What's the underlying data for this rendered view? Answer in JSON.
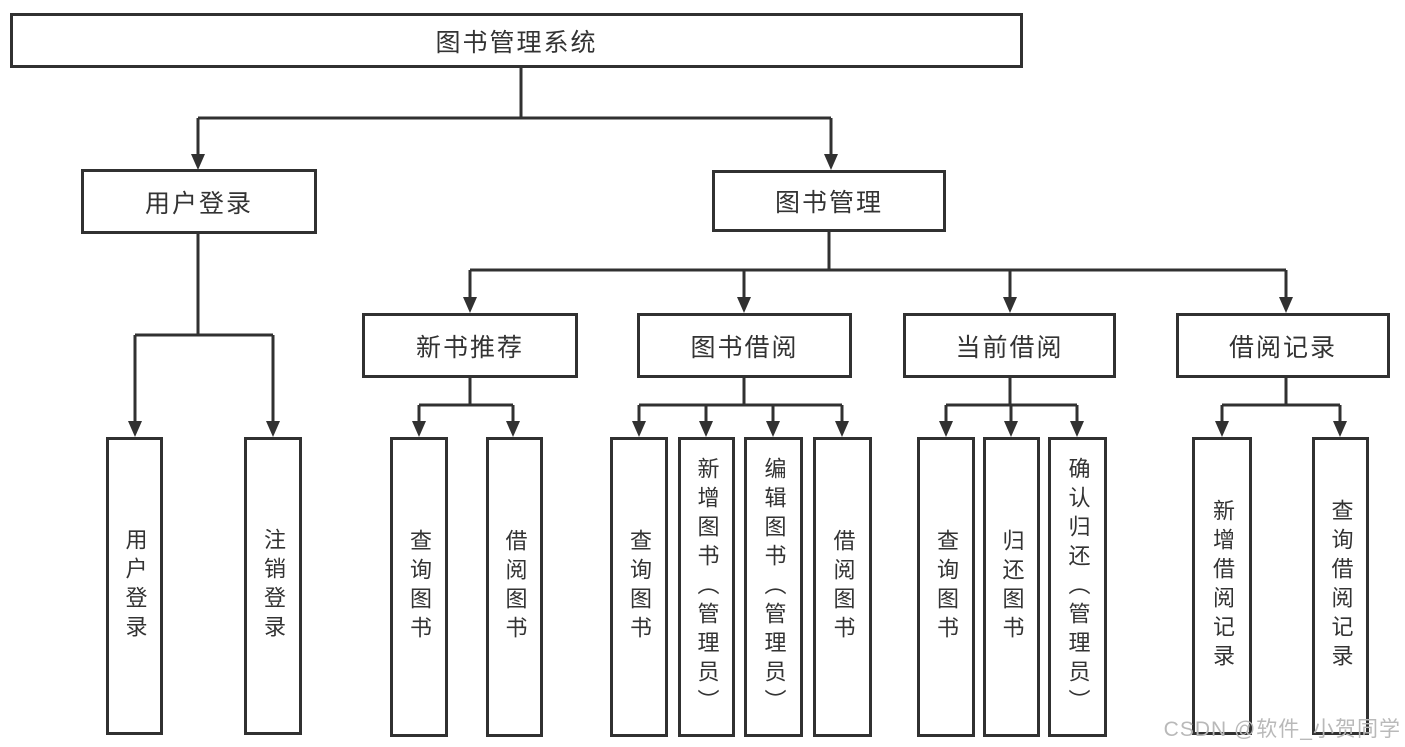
{
  "diagram_title": "图书管理系统",
  "watermark": "CSDN @软件_小贺同学",
  "colors": {
    "background": "#ffffff",
    "box_border": "#313131",
    "line": "#313131",
    "text": "#333333",
    "watermark": "#b9b9b9"
  },
  "tree": {
    "root": "图书管理系统",
    "user_login": {
      "label": "用户登录",
      "children": [
        "用户登录",
        "注销登录"
      ]
    },
    "book_management": {
      "label": "图书管理",
      "groups": [
        {
          "label": "新书推荐",
          "children": [
            "查询图书",
            "借阅图书"
          ]
        },
        {
          "label": "图书借阅",
          "children": [
            "查询图书",
            "新增图书（管理员）",
            "编辑图书（管理员）",
            "借阅图书"
          ]
        },
        {
          "label": "当前借阅",
          "children": [
            "查询图书",
            "归还图书",
            "确认归还（管理员）"
          ]
        },
        {
          "label": "借阅记录",
          "children": [
            "新增借阅记录",
            "查询借阅记录"
          ]
        }
      ]
    }
  }
}
